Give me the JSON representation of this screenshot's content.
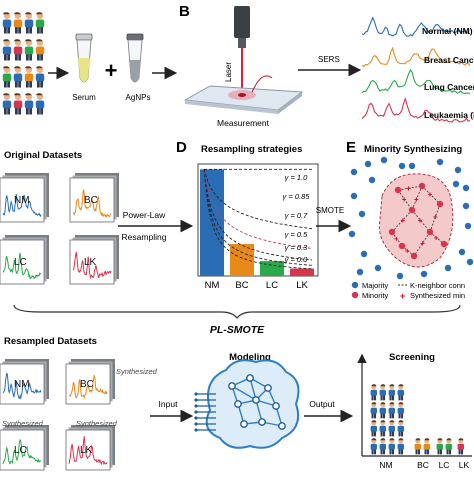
{
  "panel_b": {
    "letter": "B",
    "laser": "Laser",
    "measurement": "Measurement",
    "sers": "SERS",
    "serum": "Serum",
    "agnps": "AgNPs",
    "spectra_labels": [
      "Normal (NM)",
      "Breast Cancer",
      "Lung Cancer",
      "Leukaemia (LK)"
    ]
  },
  "panel_c": {
    "title": "Original Datasets",
    "cards": [
      "NM",
      "BC",
      "LC",
      "LK"
    ],
    "arrow_label_1": "Power-Law",
    "arrow_label_2": "Resampling"
  },
  "panel_d": {
    "letter": "D",
    "title": "Resampling strategies",
    "gammas": [
      "γ = 1.0",
      "γ = 0.85",
      "γ = 0.7",
      "γ = 0.5",
      "γ = 0.3",
      "γ = 0.0"
    ],
    "smote": "SMOTE"
  },
  "panel_e": {
    "letter": "E",
    "title": "Minority Synthesizing",
    "legend_majority": "Majority",
    "legend_minority": "Minority",
    "legend_knn": "K-neighbor conn",
    "legend_synth": "Synthesized min"
  },
  "bottom": {
    "method": "PL-SMOTE",
    "resampled_title": "Resampled Datasets",
    "synthesized": "Synthesized",
    "cards": [
      "NM",
      "BC",
      "LC",
      "LK"
    ],
    "input": "Input",
    "modeling": "Modeling",
    "output": "Output",
    "screening": "Screening",
    "screen_labels": [
      "NM",
      "BC",
      "LC",
      "LK"
    ]
  },
  "colors": {
    "nm": "#2a6db5",
    "bc": "#e8891c",
    "lc": "#2ba84a",
    "lk": "#d8344e",
    "majority": "#2a6db5",
    "minority": "#d8344e"
  },
  "chart_data": {
    "type": "bar",
    "categories": [
      "NM",
      "BC",
      "LC",
      "LK"
    ],
    "values": [
      1.0,
      0.3,
      0.14,
      0.07
    ],
    "ylim": [
      0,
      1.05
    ]
  }
}
